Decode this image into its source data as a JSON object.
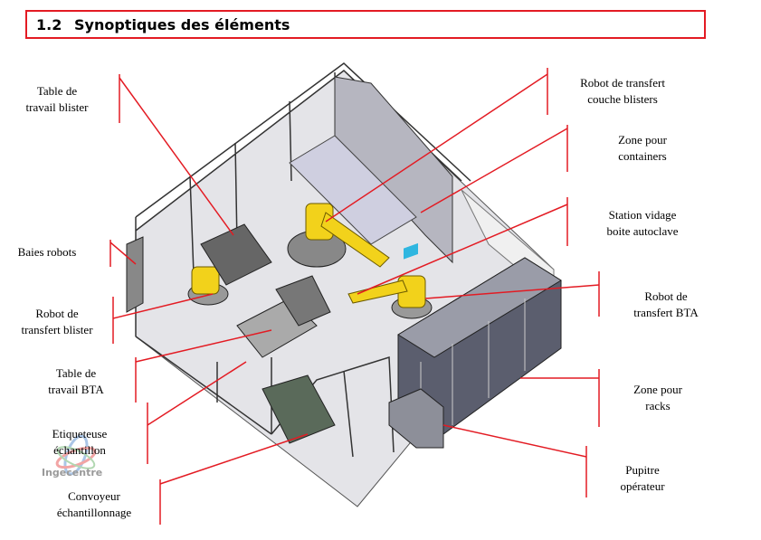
{
  "heading": {
    "number": "1.2",
    "title": "Synoptiques des éléments"
  },
  "labels": {
    "table_blister": [
      "Table de",
      "travail blister"
    ],
    "robot_couche": [
      "Robot de transfert",
      "couche blisters"
    ],
    "zone_containers": [
      "Zone pour",
      "containers"
    ],
    "station_vidage": [
      "Station vidage",
      "boite autoclave"
    ],
    "baies_robots": [
      "Baies robots"
    ],
    "robot_blister": [
      "Robot de",
      "transfert blister"
    ],
    "robot_bta": [
      "Robot de",
      "transfert BTA"
    ],
    "table_bta": [
      "Table de",
      "travail BTA"
    ],
    "zone_racks": [
      "Zone pour",
      "racks"
    ],
    "etiqueteuse": [
      "Etiqueteuse",
      "échantillon"
    ],
    "pupitre": [
      "Pupitre",
      "opérateur"
    ],
    "convoyeur": [
      "Convoyeur",
      "échantillonnage"
    ]
  },
  "logo": {
    "text": "Ingecentre"
  },
  "colors": {
    "accent": "#e31b23",
    "robot": "#f2d21b",
    "floor": "#e4e4e8"
  }
}
